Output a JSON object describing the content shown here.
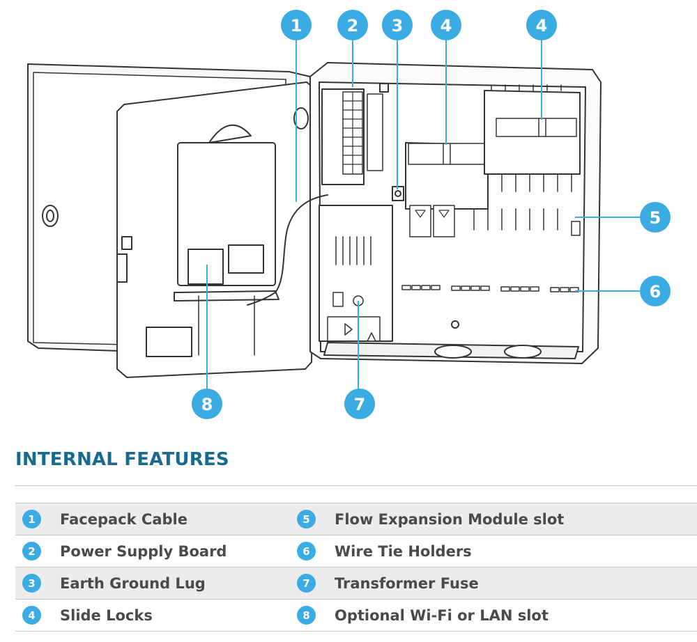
{
  "section": {
    "title": "INTERNAL FEATURES"
  },
  "callouts": [
    {
      "number": "1"
    },
    {
      "number": "2"
    },
    {
      "number": "3"
    },
    {
      "number": "4"
    },
    {
      "number": "4"
    },
    {
      "number": "5"
    },
    {
      "number": "6"
    },
    {
      "number": "7"
    },
    {
      "number": "8"
    }
  ],
  "features": [
    {
      "number": "1",
      "label": "Facepack Cable"
    },
    {
      "number": "2",
      "label": "Power Supply Board"
    },
    {
      "number": "3",
      "label": "Earth Ground Lug"
    },
    {
      "number": "4",
      "label": "Slide Locks"
    },
    {
      "number": "5",
      "label": "Flow Expansion Module slot"
    },
    {
      "number": "6",
      "label": "Wire Tie Holders"
    },
    {
      "number": "7",
      "label": "Transformer Fuse"
    },
    {
      "number": "8",
      "label": "Optional Wi-Fi or LAN slot"
    }
  ],
  "colors": {
    "accent": "#3aace3",
    "heading": "#1a6a8d",
    "text": "#4a4a4a",
    "line": "#333333"
  }
}
